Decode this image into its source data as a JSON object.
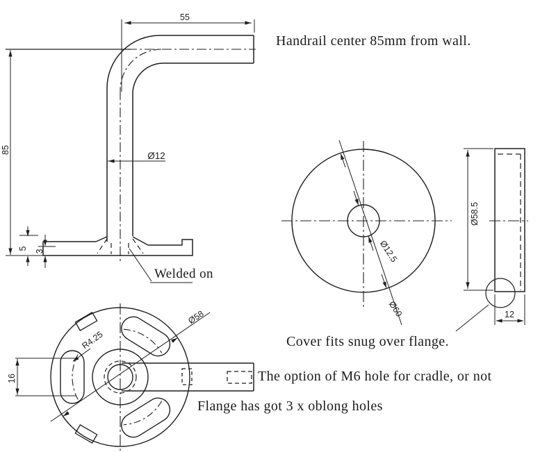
{
  "annotations": {
    "handrail": "Handrail center 85mm from wall.",
    "welded_on": "Welded on",
    "cover": "Cover fits snug over flange.",
    "m6_option": "The option of M6 hole for cradle, or not",
    "flange_holes": "Flange has got 3 x oblong holes"
  },
  "dimensions": {
    "horizontal_length": "55",
    "wall_height": "85",
    "tube_diameter": "Ø12",
    "base_raise": "5",
    "plate_thickness": "3",
    "hole_diameter": "Ø12.5",
    "cover_diameter": "Ø60",
    "cover_outer_diameter": "Ø58.5",
    "cover_depth": "12",
    "flange_diameter": "Ø58",
    "slot_radius": "R4.25",
    "slot_width": "16"
  },
  "colors": {
    "line": "#1e1e1e",
    "text": "#1b1b1b",
    "background": "#ffffff"
  }
}
